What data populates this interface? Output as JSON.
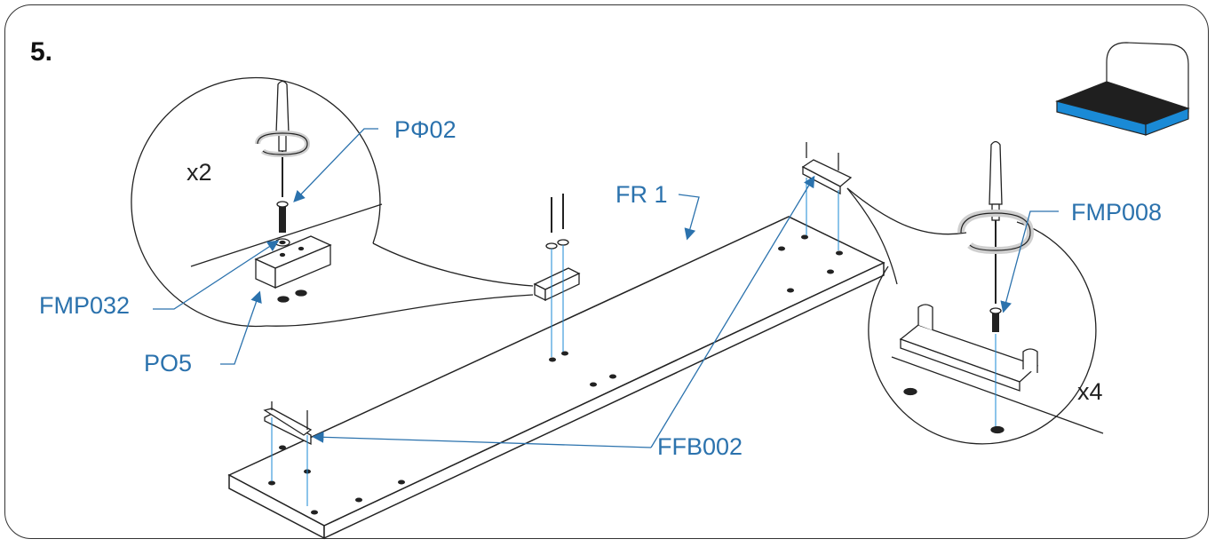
{
  "step_number": "5.",
  "labels": {
    "p_phi02": "PΦ02",
    "fr1": "FR 1",
    "fmp008": "FMP008",
    "fmp032": "FMP032",
    "po5": "PO5",
    "ffb002": "FFB002"
  },
  "quantities": {
    "left_detail": "x2",
    "right_detail": "x4"
  },
  "icons": {
    "thumbnail": "bed-thumbnail-icon",
    "screwdriver": "screwdriver-icon"
  },
  "colors": {
    "callout": "#2b72ad",
    "highlight": "#1a8ad6",
    "line": "#222222"
  }
}
